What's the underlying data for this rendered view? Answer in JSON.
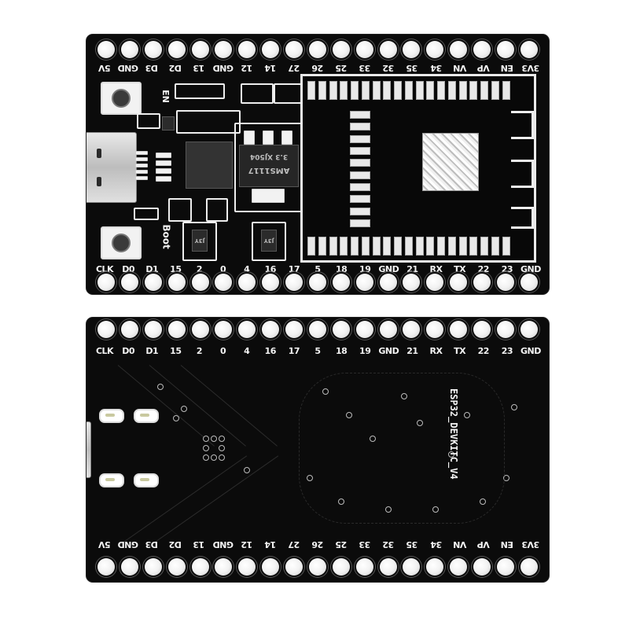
{
  "image": {
    "subject": "ESP32 development board, top and bottom views",
    "colors": {
      "pcb": "#0b0b0b",
      "silkscreen": "#f4f4f4",
      "pad": "#f2f2f2",
      "background": "#ffffff"
    }
  },
  "top_board": {
    "top_pin_labels": [
      "5V",
      "GND",
      "D3",
      "D2",
      "13",
      "GND",
      "12",
      "14",
      "27",
      "26",
      "25",
      "33",
      "32",
      "35",
      "34",
      "VN",
      "VP",
      "EN",
      "3V3"
    ],
    "bottom_pin_labels": [
      "CLK",
      "D0",
      "D1",
      "15",
      "2",
      "0",
      "4",
      "16",
      "17",
      "5",
      "18",
      "19",
      "GND",
      "21",
      "RX",
      "TX",
      "22",
      "23",
      "GND"
    ],
    "button_en_label": "EN",
    "button_boot_label": "Boot",
    "regulator": {
      "line1": "AMS1117",
      "line2": "3.3 XJ504"
    },
    "transistor_marking": "J3Y",
    "transistor_marking_2": "J3Y"
  },
  "bottom_board": {
    "top_pin_labels": [
      "CLK",
      "D0",
      "D1",
      "15",
      "2",
      "0",
      "4",
      "16",
      "17",
      "5",
      "18",
      "19",
      "GND",
      "21",
      "RX",
      "TX",
      "22",
      "23",
      "GND"
    ],
    "bottom_pin_labels": [
      "5V",
      "GND",
      "D3",
      "D2",
      "13",
      "GND",
      "12",
      "14",
      "27",
      "26",
      "25",
      "33",
      "32",
      "35",
      "34",
      "VN",
      "VP",
      "EN",
      "3V3"
    ],
    "board_name": "ESP32_DEVKITC_V4"
  }
}
